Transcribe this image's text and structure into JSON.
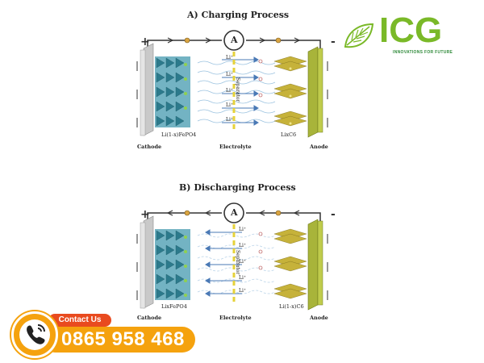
{
  "panels": [
    {
      "title": "A) Charging Process",
      "ammeter": "A",
      "plus": "+",
      "minus": "-",
      "separator": "Separator",
      "li_ions": [
        "Li⁺",
        "Li⁺",
        "Li⁺",
        "Li⁺",
        "Li⁺"
      ],
      "cathode_label": "Cathode",
      "electrolyte_label": "Electrolyte",
      "anode_label": "Anode",
      "cathode_chem": "Li(1-x)FePO4",
      "anode_chem": "LixC6"
    },
    {
      "title": "B) Discharging Process",
      "ammeter": "A",
      "plus": "+",
      "minus": "-",
      "separator": "Separator",
      "li_ions": [
        "Li⁺",
        "Li⁺",
        "Li⁺",
        "Li⁺",
        "Li⁺"
      ],
      "cathode_label": "Cathode",
      "electrolyte_label": "Electrolyte",
      "anode_label": "Anode",
      "cathode_chem": "LixFePO4",
      "anode_chem": "Li(1-x)C6"
    }
  ],
  "brand": {
    "name": "ICG",
    "tagline": "INNOVATIONS FOR FUTURE",
    "color_primary": "#7ab928",
    "color_secondary": "#2f8a3a"
  },
  "contact": {
    "label": "Contact Us",
    "phone": "0865 958 468",
    "color_tag": "#e94b1f",
    "color_box": "#f5a20e"
  }
}
